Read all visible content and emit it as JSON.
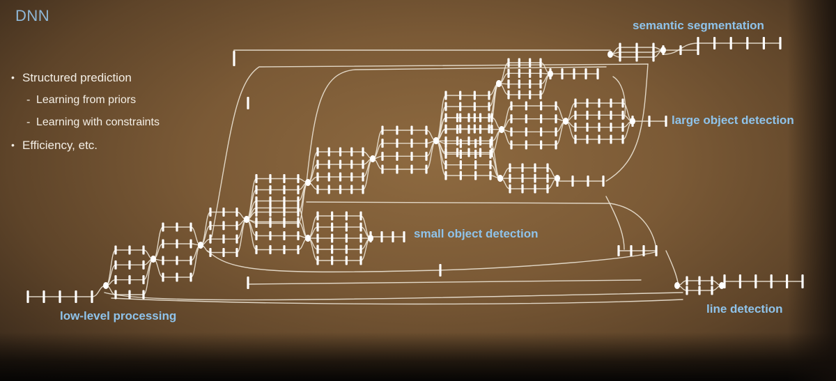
{
  "slide": {
    "title": "DNN",
    "bullets": [
      {
        "text": "Structured prediction",
        "level": 1
      },
      {
        "text": "Learning from priors",
        "level": 2
      },
      {
        "text": "Learning with constraints",
        "level": 2
      },
      {
        "text": "Efficiency, etc.",
        "level": 1
      }
    ]
  },
  "diagram": {
    "labels": {
      "semantic_segmentation": "semantic segmentation",
      "large_object_detection": "large object detection",
      "small_object_detection": "small object detection",
      "low_level_processing": "low-level processing",
      "line_detection": "line detection"
    },
    "colors": {
      "label": "#8fc3ea",
      "edge": "#ece4d6",
      "node": "#ffffff",
      "title": "#8fb8d8",
      "text": "#f4efe6"
    }
  }
}
